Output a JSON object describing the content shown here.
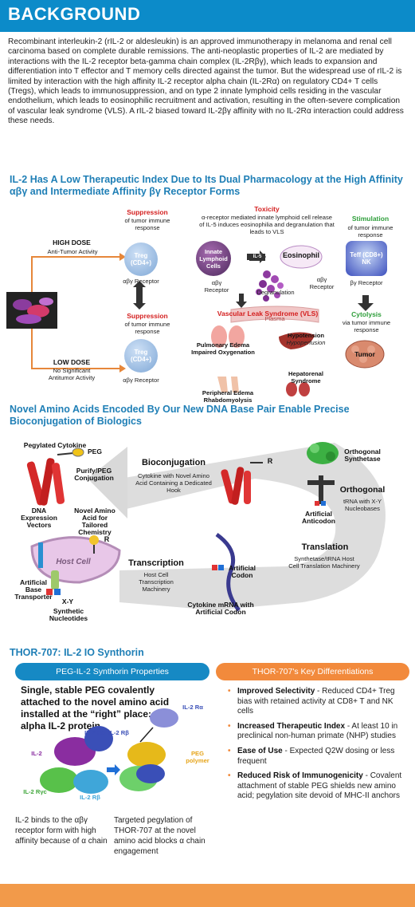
{
  "header": {
    "title": "BACKGROUND"
  },
  "intro": "Recombinant interleukin-2 (rIL-2 or aldesleukin) is an approved immunotherapy in melanoma and renal cell carcinoma based on complete durable remissions. The anti-neoplastic properties of IL-2 are mediated by interactions with the IL-2 receptor beta-gamma chain complex (IL-2Rβγ), which leads to expansion and differentiation into T effector and T memory cells directed against the tumor. But the widespread use of rIL-2 is limited by interaction with the high affinity IL-2 receptor alpha chain (IL-2Rα) on regulatory CD4+ T cells (Tregs), which leads to immunosuppression, and on type 2 innate lymphoid cells residing in the vascular endothelium, which leads to eosinophilic recruitment and activation, resulting in the often-severe complication of vascular leak syndrome (VLS). A rIL-2 biased toward IL-2βγ affinity with no IL-2Rα interaction could address these needs.",
  "section1": {
    "title": "IL-2 Has A Low Therapeutic Index Due to Its Dual Pharmacology at the High Affinity αβγ and Intermediate Affinity βγ Receptor Forms",
    "high_dose": "HIGH DOSE",
    "high_dose_sub": "Anti-Tumor Activity",
    "low_dose": "LOW DOSE",
    "low_dose_sub1": "No Significant",
    "low_dose_sub2": "Antitumor Activity",
    "suppression_top": "Suppression",
    "suppression_top_sub": "of tumor immune response",
    "treg": "Treg (CD4+)",
    "abg_receptor": "αβγ Receptor",
    "suppression_mid": "Suppression",
    "suppression_mid_sub": "of tumor immune response",
    "treg2": "Treg (CD4+)",
    "abg_receptor2": "αβγ Receptor",
    "toxicity": "Toxicity",
    "toxicity_sub": "α-receptor mediated innate lymphoid cell release of IL-5 induces eosinophilia and degranulation that leads to VLS",
    "ilc": "Innate Lymphoid Cells",
    "il5": "IL-5",
    "eosinophil": "Eosinophil",
    "abg_receptor3": "αβγ Receptor",
    "degranulation": "Degranulation",
    "abg_receptor4": "αβγ Receptor",
    "vls": "Vascular Leak Syndrome (VLS)",
    "plasma": "Plasma",
    "hypotension": "Hypotension",
    "hypoperfusion": "Hypoperfusion",
    "pulm1": "Pulmonary Edema",
    "pulm2": "Impaired Oxygenation",
    "hep1": "Hepatorenal",
    "hep2": "Syndrome",
    "periph1": "Peripheral Edema",
    "periph2": "Rhabdomyolysis",
    "stimulation": "Stimulation",
    "stimulation_sub": "of tumor immune response",
    "teff": "Teff (CD8+) NK",
    "bg_receptor": "βγ Receptor",
    "cytolysis": "Cytolysis",
    "cytolysis_sub": "via tumor immune response",
    "tumor": "Tumor"
  },
  "section2": {
    "title": "Novel Amino Acids Encoded By Our New DNA Base Pair Enable Precise Bioconjugation of Biologics",
    "pegylated": "Pegylated Cytokine",
    "peg": "PEG",
    "purify": "Purify/PEG Conjugation",
    "bioconj": "Bioconjugation",
    "bioconj_sub": "Cytokine with Novel Amino Acid Containing a Dedicated Hook",
    "r1": "R",
    "orth_synth": "Orthogonal Synthetase",
    "orthogonal": "Orthogonal",
    "orth_sub": "tRNA with X-Y Nucleobases",
    "artificial_anticodon": "Artificial Anticodon",
    "dna_vectors": "DNA Expression Vectors",
    "novel_aa": "Novel Amino Acid for Tailored Chemistry",
    "r2": "R",
    "host_cell": "Host Cell",
    "art_base": "Artificial Base Transporter",
    "xy": "X-Y",
    "synth_nuc": "Synthetic Nucleotides",
    "transcription": "Transcription",
    "transcription_sub": "Host Cell Transcription Machinery",
    "artificial_codon": "Artificial Codon",
    "translation": "Translation",
    "translation_sub": "Synthetase/tRNA Host Cell Translation Machinery",
    "mrna": "Cytokine mRNA with Artificial Codon"
  },
  "section3": {
    "title": "THOR-707: IL-2 IO Synthorin",
    "left_head": "PEG-IL-2 Synthorin Properties",
    "right_head": "THOR-707's Key Differentiations",
    "callout": "Single, stable PEG covalently attached to the novel amino acid installed at the “right” place: not-alpha IL-2 protein",
    "il2ra_a": "IL-2 Rα",
    "il2rb_a": "IL-2 Rβ",
    "il2_a": "IL-2",
    "il2rgc_a": "IL-2 Rγc",
    "il2rb_b": "IL-2 Rβ",
    "il2ra_b": "IL-2 Rα",
    "peg_polymer": "PEG polymer",
    "caption_left": "IL-2 binds to the αβγ receptor form with high affinity because of α chain",
    "caption_right": "Targeted pegylation of THOR-707 at the novel amino acid blocks α chain engagement",
    "bullets": [
      {
        "head": "Improved Selectivity",
        "body": " - Reduced CD4+ Treg bias with retained activity at CD8+ T and NK cells"
      },
      {
        "head": "Increased Therapeutic Index",
        "body": " - At least 10 in preclinical non-human primate (NHP) studies"
      },
      {
        "head": "Ease of Use",
        "body": " - Expected Q2W dosing or less frequent"
      },
      {
        "head": "Reduced Risk of Immunogenicity",
        "body": " - Covalent attachment of stable PEG shields new amino acid; pegylation site devoid of MHC-II anchors"
      }
    ]
  },
  "colors": {
    "header_blue": "#0c8bc9",
    "title_blue": "#1f7fb6",
    "accent_orange": "#f28a3c",
    "red": "#d42020",
    "green": "#2e9e3a"
  }
}
